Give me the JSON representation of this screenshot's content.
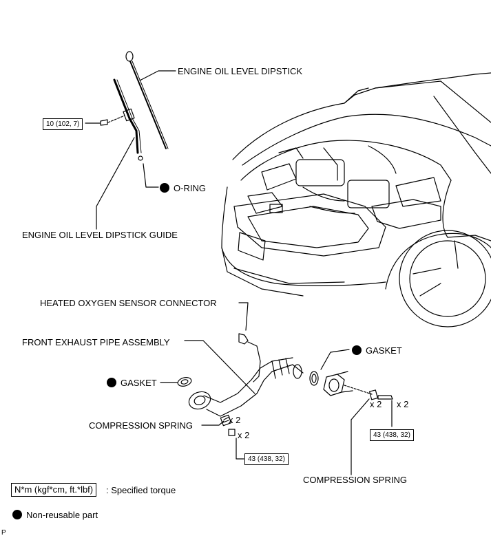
{
  "labels": {
    "dipstick": "ENGINE OIL LEVEL DIPSTICK",
    "o_ring": "O-RING",
    "dipstick_guide": "ENGINE OIL LEVEL DIPSTICK GUIDE",
    "o2_connector": "HEATED OXYGEN SENSOR CONNECTOR",
    "front_pipe": "FRONT EXHAUST PIPE ASSEMBLY",
    "gasket_left": "GASKET",
    "gasket_right": "GASKET",
    "comp_spring_left": "COMPRESSION SPRING",
    "comp_spring_right": "COMPRESSION SPRING"
  },
  "torques": {
    "guide_bolt": "10 (102, 7)",
    "left_nut": "43 (438, 32)",
    "right_nut": "43 (438, 32)"
  },
  "multipliers": {
    "left_spring": "x 2",
    "left_nut": "x 2",
    "right_spring": "x 2",
    "right_bolt": "x 2"
  },
  "legend": {
    "torque_unit": "N*m (kgf*cm, ft.*lbf)",
    "torque_desc": ": Specified torque",
    "non_reusable": "Non-reusable part"
  },
  "corner_mark": "P"
}
